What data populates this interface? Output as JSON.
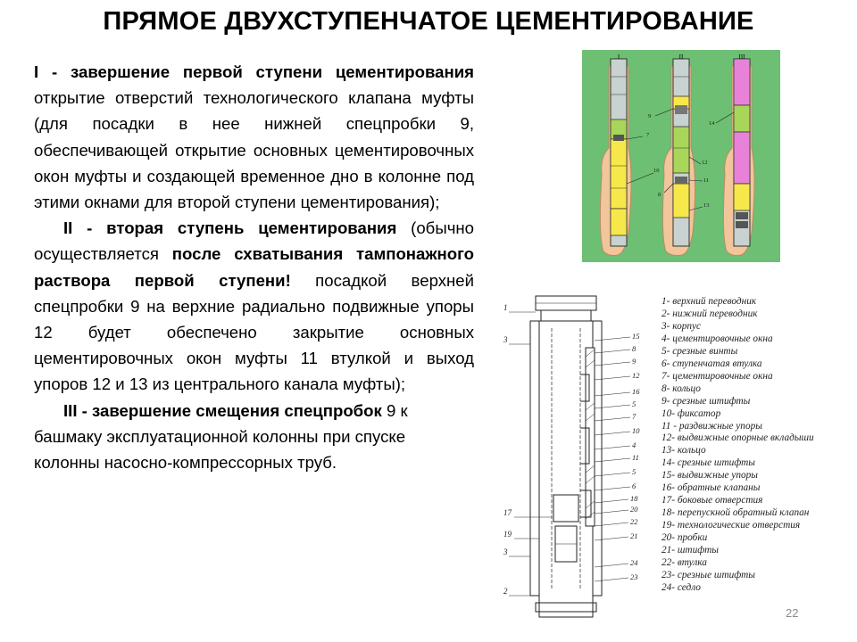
{
  "title": "ПРЯМОЕ ДВУХСТУПЕНЧАТОЕ ЦЕМЕНТИРОВАНИЕ",
  "paragraphs": [
    {
      "b1": "I - завершение первой ступени цементирования",
      "t1": " открытие отверстий технологического клапана муфты (для посадки в нее нижней спецпробки 9, обеспечивающей открытие основных цементировочных окон муфты и создающей временное дно в колонне под этими окнами для второй ступени цементирования);"
    },
    {
      "b1": "II - вторая ступень цементирования",
      "t1": " (обычно осуществляется ",
      "b2": "после схватывания тампонажного раствора первой ступени!",
      "t2": " посадкой верхней спецпробки 9 на верхние радиально подвижные упоры 12 будет обеспечено закрытие основных цементировочных окон муфты 11 втулкой и выход упоров 12 и 13 из центрального канала муфты);"
    },
    {
      "b1": "III - завершение смещения спецпробок",
      "t1": " 9 к башмаку эксплуатационной колонны при спуске колонны насосно-компрессорных труб."
    }
  ],
  "figure_top": {
    "stage_labels": [
      "I",
      "II",
      "III"
    ],
    "callouts": [
      "9",
      "7",
      "10",
      "12",
      "11",
      "8",
      "14",
      "13"
    ],
    "colors": {
      "background": "#6dbf73",
      "cement": "#f2c59a",
      "green": "#a8d65a",
      "yellow": "#f6e84a",
      "magenta": "#e882d8",
      "gray": "#c8d2d0"
    }
  },
  "figure_bottom": {
    "callouts_left": [
      "1",
      "3",
      "17",
      "19",
      "3",
      "2"
    ],
    "callouts_right": [
      "15",
      "8",
      "9",
      "12",
      "16",
      "5",
      "7",
      "10",
      "4",
      "11",
      "5",
      "6",
      "18",
      "20",
      "22",
      "21",
      "24",
      "23"
    ]
  },
  "legend": [
    "1- верхний переводник",
    "2- нижний переводник",
    "3- корпус",
    "4- цементировочные окна",
    "5- срезные винты",
    "6- ступенчатая втулка",
    "7- цементировочные окна",
    "8- кольцо",
    "9- срезные штифты",
    "10- фиксатор",
    "11 - раздвижные упоры",
    "12- выдвижные опорные вкладыши",
    "13- кольцо",
    "14- срезные штифты",
    "15- выдвижные упоры",
    "16- обратные клапаны",
    "17- боковые отверстия",
    "18- перепускной обратный клапан",
    "19- технологические отверстия",
    "20- пробки",
    "21- штифты",
    "22- втулка",
    "23- срезные штифты",
    "24- седло"
  ],
  "page_number": "22"
}
